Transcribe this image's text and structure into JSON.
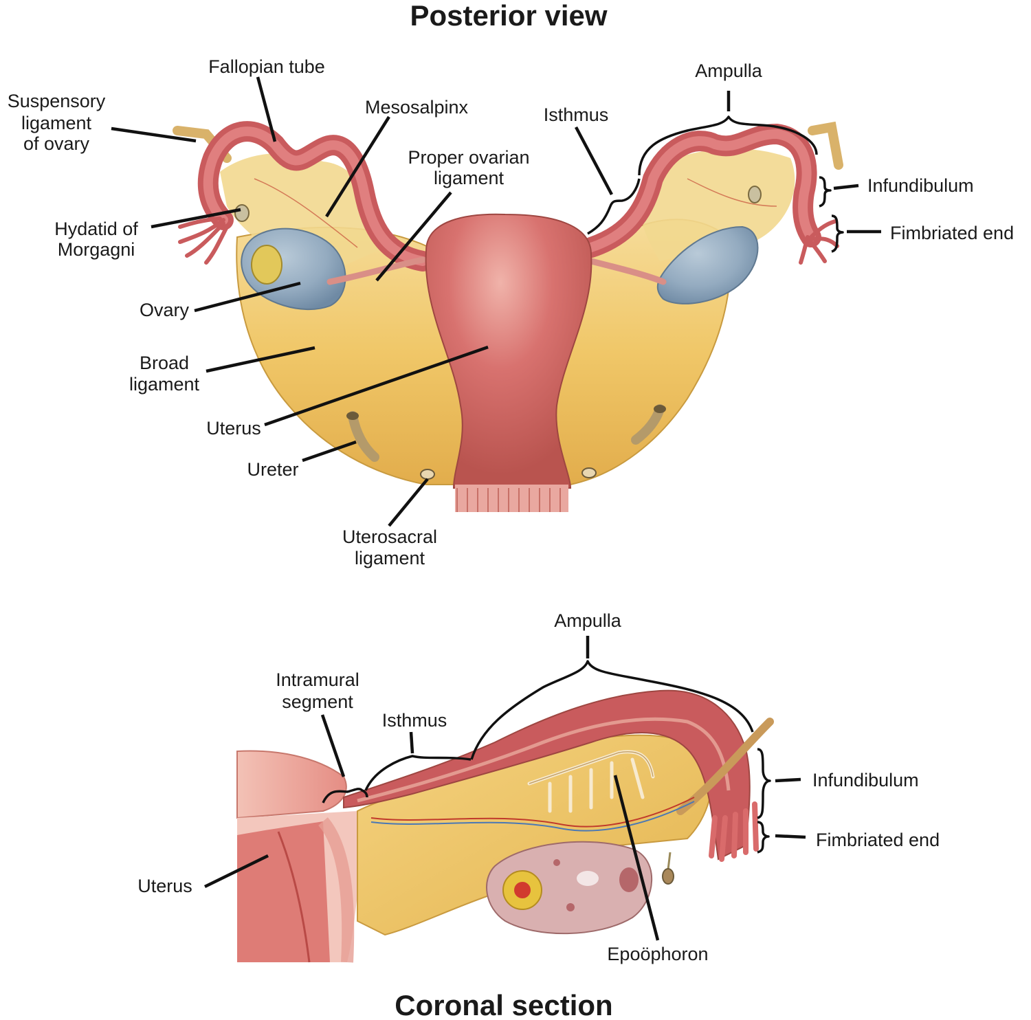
{
  "headings": {
    "top": "Posterior view",
    "bottom": "Coronal section"
  },
  "posterior_labels": {
    "fallopian_tube": "Fallopian tube",
    "ampulla": "Ampulla",
    "suspensory_l1": "Suspensory",
    "suspensory_l2": "ligament",
    "suspensory_l3": "of ovary",
    "mesosalpinx": "Mesosalpinx",
    "isthmus": "Isthmus",
    "proper_l1": "Proper ovarian",
    "proper_l2": "ligament",
    "infundibulum": "Infundibulum",
    "hydatid_l1": "Hydatid of",
    "hydatid_l2": "Morgagni",
    "fimbriated_end": "Fimbriated end",
    "ovary": "Ovary",
    "broad_l1": "Broad",
    "broad_l2": "ligament",
    "uterus": "Uterus",
    "ureter": "Ureter",
    "uterosacral_l1": "Uterosacral",
    "uterosacral_l2": "ligament"
  },
  "coronal_labels": {
    "ampulla": "Ampulla",
    "intramural_l1": "Intramural",
    "intramural_l2": "segment",
    "isthmus": "Isthmus",
    "infundibulum": "Infundibulum",
    "fimbriated_end": "Fimbriated end",
    "uterus": "Uterus",
    "epoophoron": "Epoöphoron"
  },
  "colors": {
    "tube": "#d9686a",
    "tube_dark": "#b84848",
    "broad_ligament": "#f0c768",
    "broad_ligament_light": "#f6dc9a",
    "uterus": "#d8726f",
    "uterus_highlight": "#eaa39c",
    "ovary": "#94abc0",
    "ovary_dark": "#6f8aa4",
    "muscle": "#efaaa0",
    "vessel_red": "#c0392b",
    "vessel_blue": "#4a78b5",
    "leader": "#111111"
  }
}
